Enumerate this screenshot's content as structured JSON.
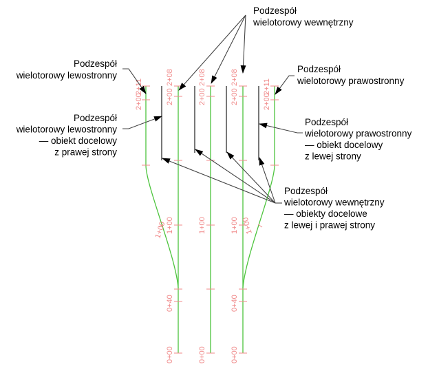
{
  "labels": {
    "inner": [
      "Podzespół",
      "wielotorowy wewnętrzny"
    ],
    "left": [
      "Podzespół",
      "wielotorowy lewostronny"
    ],
    "right": [
      "Podzespół",
      "wielotorowy prawostronny"
    ],
    "left_target": [
      "Podzespół",
      "wielotorowy lewostronny",
      "— obiekt docelowy",
      "z prawej strony"
    ],
    "right_target": [
      "Podzespół",
      "wielotorowy prawostronny",
      "— obiekt docelowy",
      "z lewej strony"
    ],
    "inner_targets": [
      "Podzespół",
      "wielotorowy wewnętrzny",
      "— obiekty docelowe",
      "z lewej i prawej strony"
    ]
  },
  "stations": {
    "end_left": "2+00",
    "end_left_over": "2+11",
    "end_inner": "2+00",
    "end_inner_over": "2+08",
    "mid": "1+00",
    "curve_mid": "1+00",
    "s40": "0+40",
    "start": "0+00"
  },
  "colors": {
    "alignment": "#4cc43c",
    "station": "#f08a8a",
    "target": "#555555"
  }
}
